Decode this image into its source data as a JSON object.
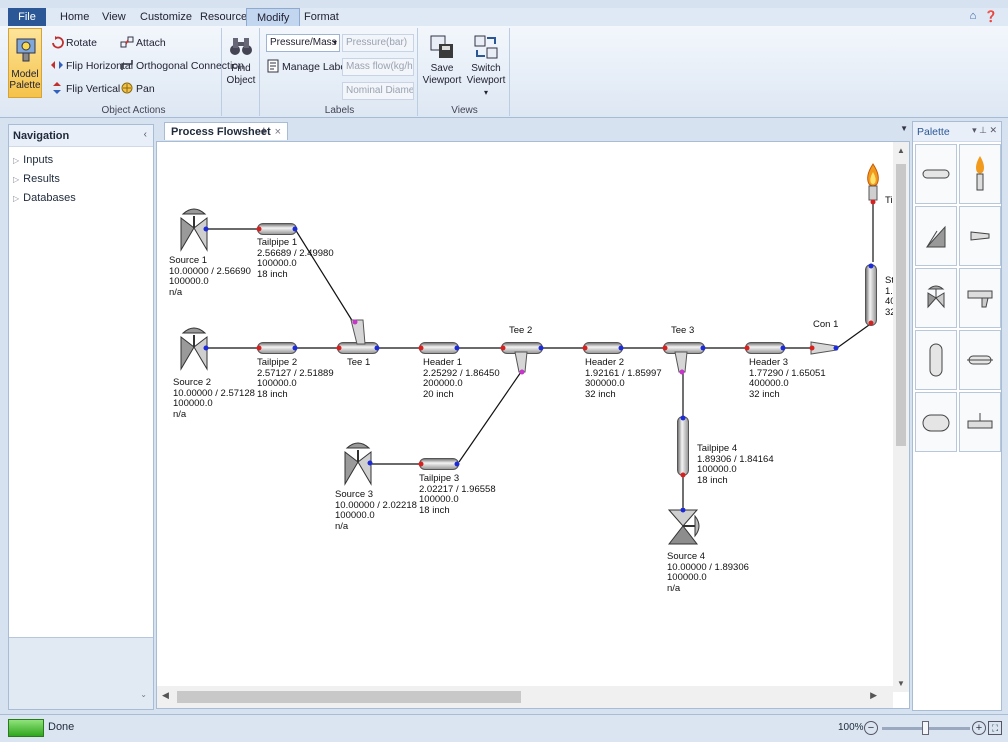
{
  "menu": {
    "file": "File",
    "tabs": [
      "Home",
      "View",
      "Customize",
      "Resources",
      "Modify",
      "Format"
    ],
    "active_tab": "Modify"
  },
  "ribbon": {
    "model_palette": "Model Palette",
    "object_actions": {
      "rotate": "Rotate",
      "flip_horizontal": "Flip Horizontal",
      "flip_vertical": "Flip Vertical",
      "attach": "Attach",
      "orthogonal_connection": "Orthogonal Connection",
      "pan": "Pan",
      "group_name": "Object Actions"
    },
    "find_object": "Find Object",
    "labels": {
      "dropdown_value": "Pressure/Mass F",
      "manage_labels": "Manage Labels",
      "pressure": "Pressure(bar)",
      "mass_flow": "Mass flow(kg/hr)",
      "nominal_diameter": "Nominal Diameter",
      "group_name": "Labels"
    },
    "views": {
      "save_viewport": "Save Viewport",
      "switch_viewport": "Switch Viewport",
      "group_name": "Views"
    }
  },
  "navigation": {
    "title": "Navigation",
    "items": [
      "Inputs",
      "Results",
      "Databases"
    ]
  },
  "document": {
    "tab_label": "Process Flowsheet"
  },
  "flowsheet": {
    "source1": {
      "name": "Source 1",
      "l1": "10.00000 / 2.56690",
      "l2": "100000.0",
      "l3": "n/a"
    },
    "source2": {
      "name": "Source 2",
      "l1": "10.00000 / 2.57128",
      "l2": "100000.0",
      "l3": "n/a"
    },
    "source3": {
      "name": "Source 3",
      "l1": "10.00000 / 2.02218",
      "l2": "100000.0",
      "l3": "n/a"
    },
    "source4": {
      "name": "Source 4",
      "l1": "10.00000 / 1.89306",
      "l2": "100000.0",
      "l3": "n/a"
    },
    "tailpipe1": {
      "name": "Tailpipe 1",
      "l1": "2.56689 / 2.49980",
      "l2": "100000.0",
      "l3": "18 inch"
    },
    "tailpipe2": {
      "name": "Tailpipe 2",
      "l1": "2.57127 / 2.51889",
      "l2": "100000.0",
      "l3": "18 inch"
    },
    "tailpipe3": {
      "name": "Tailpipe 3",
      "l1": "2.02217 / 1.96558",
      "l2": "100000.0",
      "l3": "18 inch"
    },
    "tailpipe4": {
      "name": "Tailpipe 4",
      "l1": "1.89306 / 1.84164",
      "l2": "100000.0",
      "l3": "18 inch"
    },
    "header1": {
      "name": "Header 1",
      "l1": "2.25292 / 1.86450",
      "l2": "200000.0",
      "l3": "20 inch"
    },
    "header2": {
      "name": "Header 2",
      "l1": "1.92161 / 1.85997",
      "l2": "300000.0",
      "l3": "32 inch"
    },
    "header3": {
      "name": "Header 3",
      "l1": "1.77290 / 1.65051",
      "l2": "400000.0",
      "l3": "32 inch"
    },
    "tee1": "Tee 1",
    "tee2": "Tee 2",
    "tee3": "Tee 3",
    "con1": "Con 1",
    "stack": {
      "name": "St",
      "l1": "1.",
      "l2": "40",
      "l3": "32"
    },
    "tip": "Ti"
  },
  "palette": {
    "title": "Palette",
    "items": [
      "pipe-icon",
      "flare-tip-icon",
      "relief-valve-icon",
      "reducer-icon",
      "source-valve-icon",
      "tee-icon",
      "vertical-vessel-icon",
      "horizontal-pipe-icon",
      "horizontal-vessel-icon",
      "connector-icon"
    ]
  },
  "status": {
    "text": "Done",
    "zoom": "100%"
  },
  "colors": {
    "accent": "#2b5797",
    "inlet_port": "#1d2bd6",
    "outlet_port": "#d62121",
    "tee_port": "#c636c9"
  }
}
